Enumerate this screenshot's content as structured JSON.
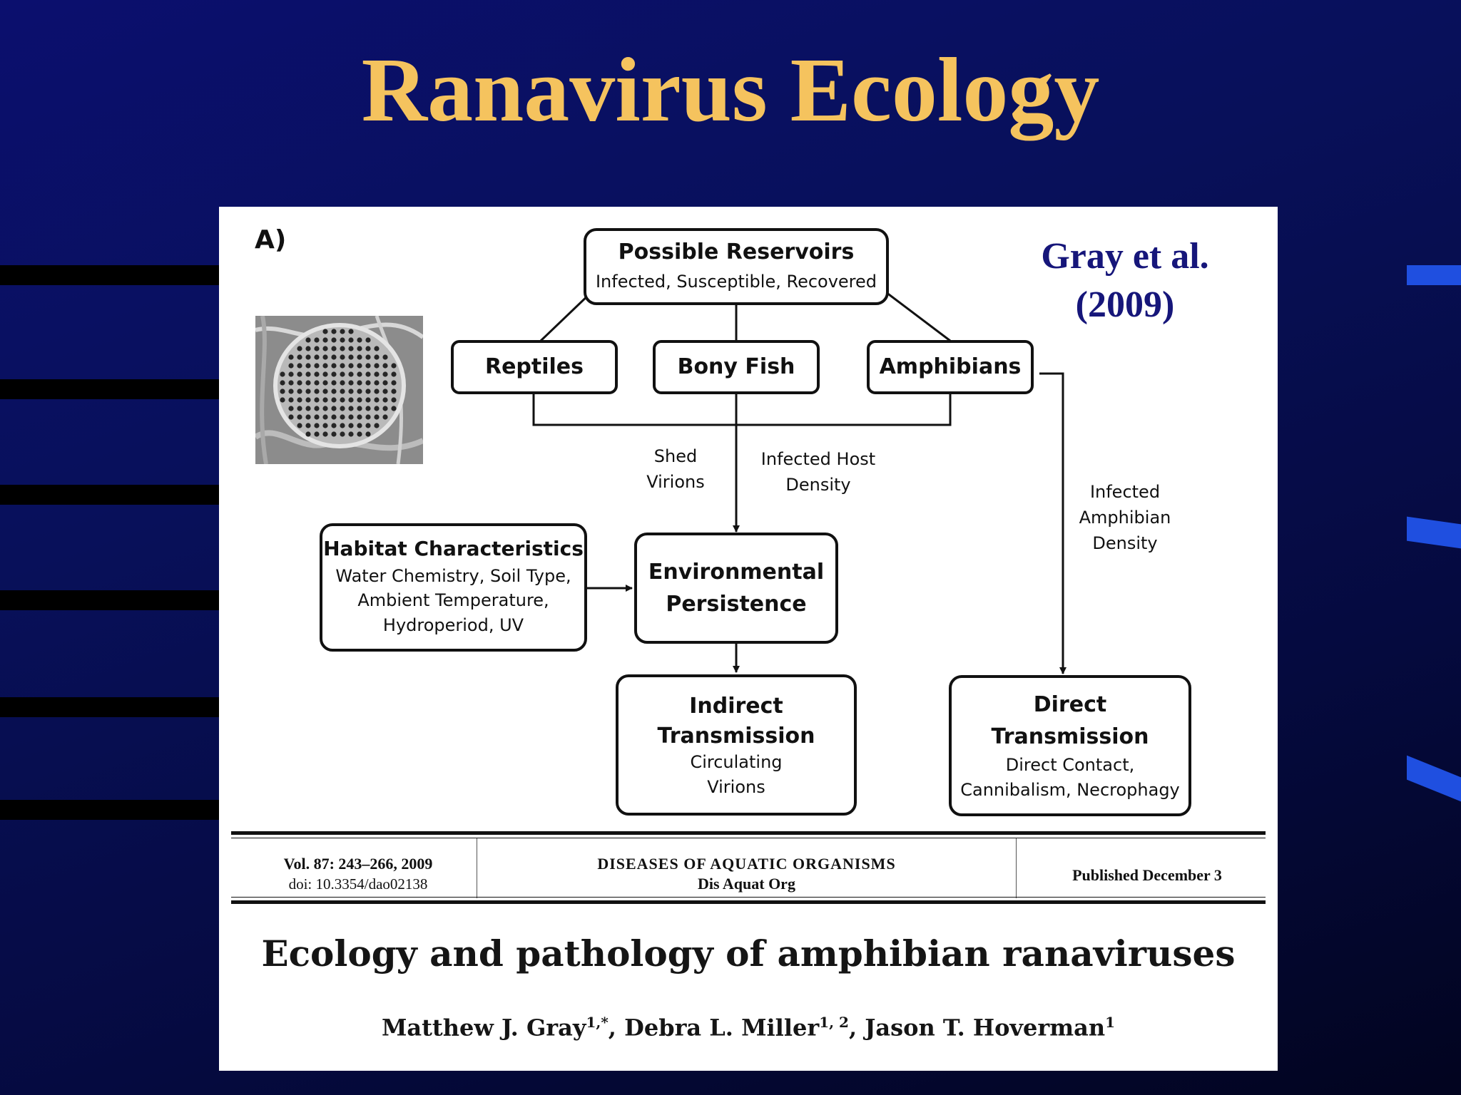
{
  "slide": {
    "title": "Ranavirus Ecology"
  },
  "figure": {
    "panel_label": "A)",
    "citation_line1": "Gray et al.",
    "citation_line2": "(2009)",
    "reservoirs": {
      "title": "Possible Reservoirs",
      "subtitle": "Infected, Susceptible, Recovered"
    },
    "hosts": [
      "Reptiles",
      "Bony Fish",
      "Amphibians"
    ],
    "labels": {
      "shed_1": "Shed",
      "shed_2": "Virions",
      "host_density_1": "Infected Host",
      "host_density_2": "Density",
      "amph_density_1": "Infected",
      "amph_density_2": "Amphibian",
      "amph_density_3": "Density"
    },
    "habitat": {
      "title": "Habitat Characteristics",
      "line1": "Water Chemistry, Soil Type,",
      "line2": "Ambient Temperature,",
      "line3": "Hydroperiod, UV"
    },
    "persistence": {
      "line1": "Environmental",
      "line2": "Persistence"
    },
    "indirect": {
      "title1": "Indirect",
      "title2": "Transmission",
      "sub1": "Circulating",
      "sub2": "Virions"
    },
    "direct": {
      "title1": "Direct",
      "title2": "Transmission",
      "sub1": "Direct Contact,",
      "sub2": "Cannibalism, Necrophagy"
    }
  },
  "journal_header": {
    "volume": "Vol. 87: 243–266, 2009",
    "doi": "doi: 10.3354/dao02138",
    "journal": "DISEASES OF AQUATIC ORGANISMS",
    "journal_abbrev": "Dis Aquat Org",
    "published": "Published December 3"
  },
  "paper": {
    "title": "Ecology and pathology of amphibian ranaviruses",
    "author1": "Matthew J. Gray",
    "author1_sup": "1,*",
    "author2": "Debra L. Miller",
    "author2_sup": "1, 2",
    "author3": "Jason T. Hoverman",
    "author3_sup": "1"
  }
}
